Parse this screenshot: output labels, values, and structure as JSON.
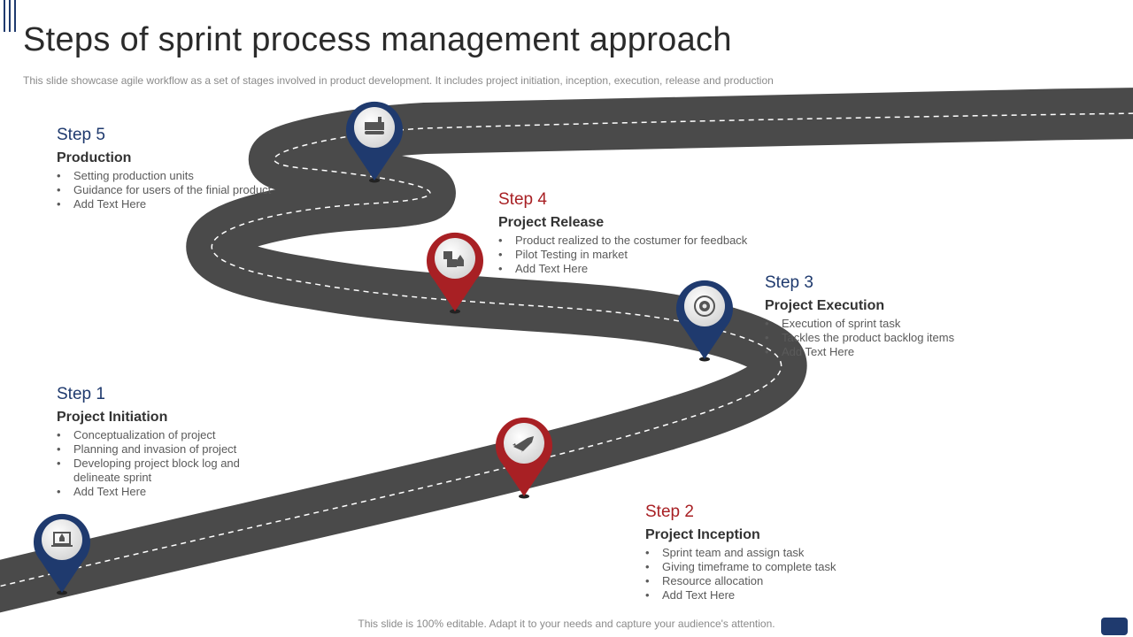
{
  "slide": {
    "title": "Steps of sprint process management approach",
    "subtitle": "This slide showcase agile workflow as a set of stages involved in product development. It includes project initiation, inception, execution, release and production",
    "footer": "This slide is 100% editable. Adapt it to your needs and capture your audience's attention."
  },
  "colors": {
    "blue": "#1f3a6e",
    "red": "#a82024",
    "road": "#4a4a4a",
    "road_line": "#ffffff"
  },
  "steps": [
    {
      "number": "Step 1",
      "heading": "Project Initiation",
      "color": "blue",
      "icon": "rocket-laptop-icon",
      "bullets": [
        "Conceptualization of project",
        "Planning and invasion of project",
        "Developing  project block log and delineate sprint",
        "Add Text Here"
      ]
    },
    {
      "number": "Step 2",
      "heading": "Project Inception",
      "color": "red",
      "icon": "rocket-icon",
      "bullets": [
        "Sprint team and assign task",
        "Giving timeframe to complete task",
        "Resource allocation",
        "Add Text Here"
      ]
    },
    {
      "number": "Step 3",
      "heading": "Project Execution",
      "color": "blue",
      "icon": "gear-target-icon",
      "bullets": [
        "Execution of sprint task",
        "Tackles the product backlog items",
        "Add Text Here"
      ]
    },
    {
      "number": "Step 4",
      "heading": "Project Release",
      "color": "red",
      "icon": "boxes-rocket-icon",
      "bullets": [
        "Product realized to the costumer for feedback",
        "Pilot Testing  in market",
        "Add Text Here"
      ]
    },
    {
      "number": "Step 5",
      "heading": "Production",
      "color": "blue",
      "icon": "factory-icon",
      "bullets": [
        "Setting production units",
        "Guidance for users of the finial product",
        "Add Text Here"
      ]
    }
  ]
}
